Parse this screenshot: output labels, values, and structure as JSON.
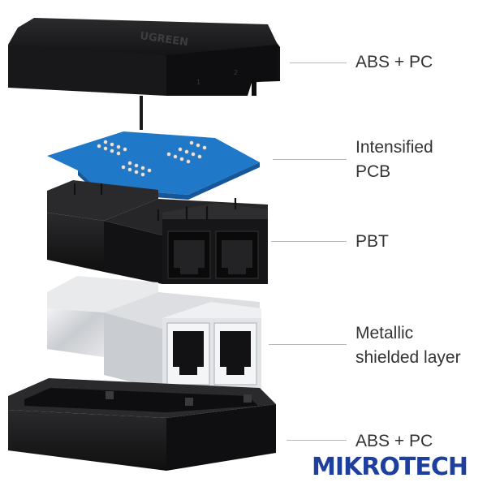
{
  "labels": {
    "top_cover": "ABS + PC",
    "pcb_line1": "Intensified",
    "pcb_line2": "PCB",
    "pbt": "PBT",
    "shield_line1": "Metallic",
    "shield_line2": "shielded layer",
    "bottom_base": "ABS + PC"
  },
  "brand_on_cover": "UGREEN",
  "cover_marks": [
    "1",
    "2"
  ],
  "watermark": "MIKROTECH",
  "colors": {
    "case_dark": "#1b1b1d",
    "pcb_blue": "#1f78c8",
    "shield_metal": "#d7d9dc",
    "label_text": "#333333",
    "watermark_blue": "#1e3f9c"
  }
}
